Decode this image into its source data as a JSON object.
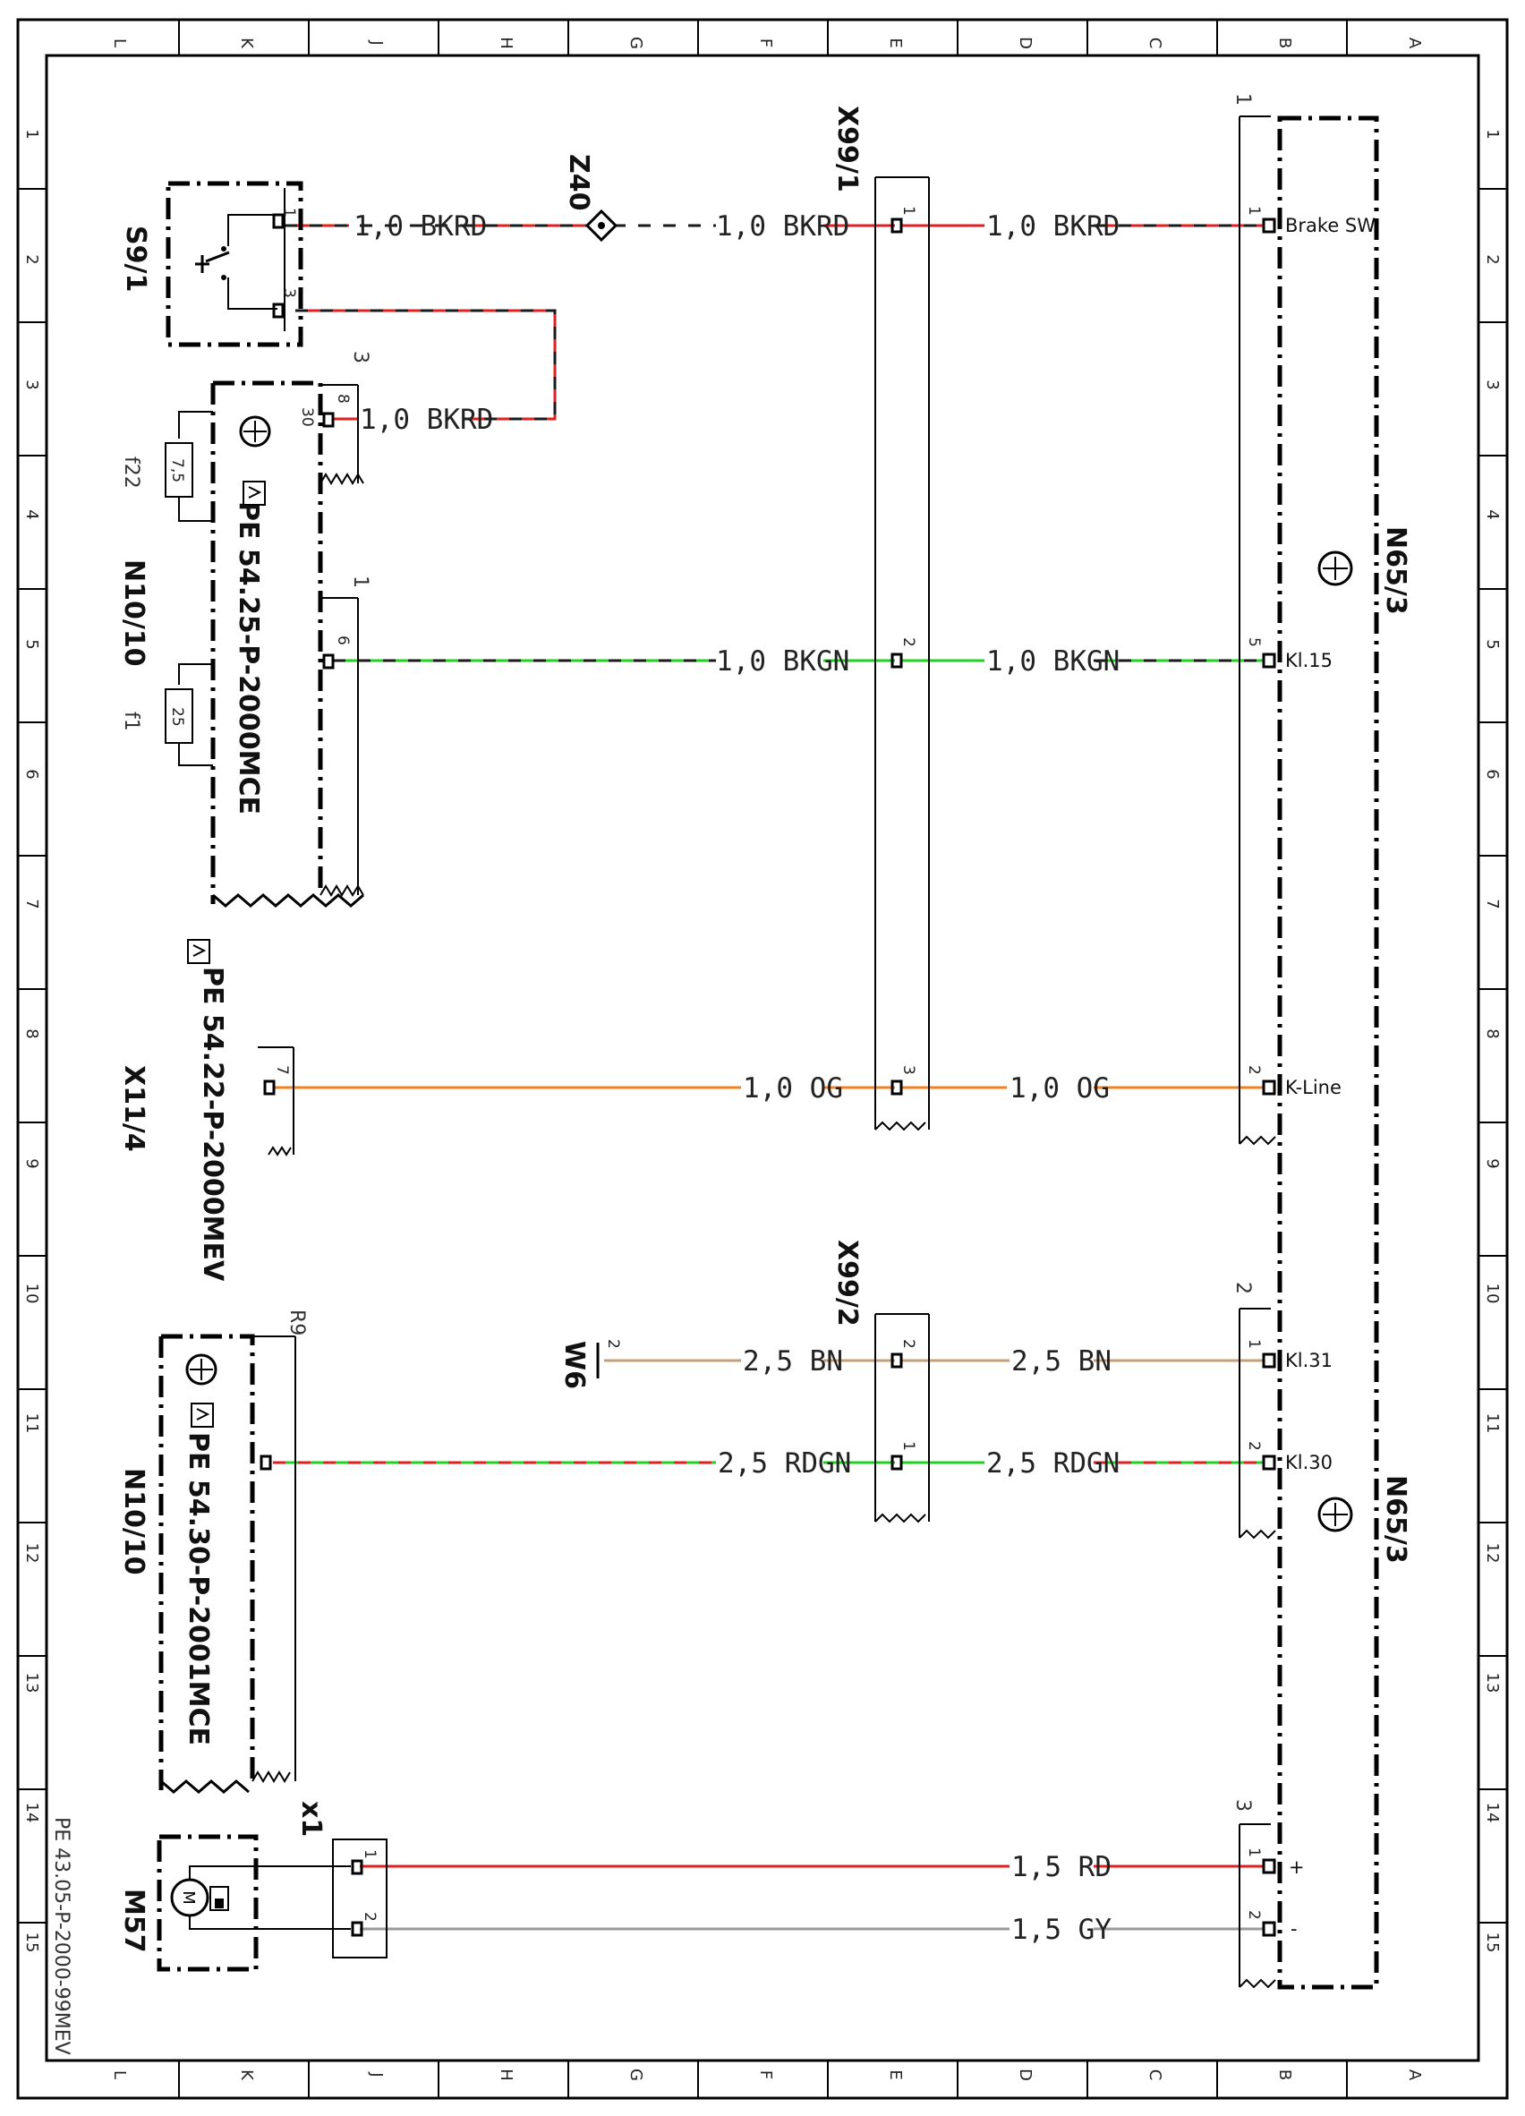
{
  "frame": {
    "column_letters": [
      "L",
      "K",
      "J",
      "H",
      "G",
      "F",
      "E",
      "D",
      "C",
      "B",
      "A"
    ],
    "row_numbers": [
      "1",
      "2",
      "3",
      "4",
      "5",
      "6",
      "7",
      "8",
      "9",
      "10",
      "11",
      "12",
      "13",
      "14",
      "15"
    ],
    "footer_doc": "PE 43.05-P-2000-99MEV"
  },
  "components": {
    "s9_1": "S9/1",
    "z40": "Z40",
    "x99_1": "X99/1",
    "x99_2": "X99/2",
    "n65_3_top": "N65/3",
    "n65_3_bottom": "N65/3",
    "n10_10_top": "N10/10",
    "n10_10_bottom": "N10/10",
    "x11_4": "X11/4",
    "w6": "W6",
    "m57": "M57",
    "x1": "x1",
    "r9": "R9",
    "f22": "f22",
    "f1": "f1",
    "f22_value": "7,5",
    "f1_value": "25"
  },
  "references": {
    "pe_54_25": "PE 54.25-P-2000MCE",
    "pe_54_22": "PE 54.22-P-2000MEV",
    "pe_54_30": "PE 54.30-P-2001MCE"
  },
  "connector_groups": {
    "n10_top_3": "3",
    "n10_top_1": "1",
    "n65_top": "1",
    "n65_mid": "2",
    "n65_bot": "3"
  },
  "pins": {
    "s9_1_p1": "1",
    "s9_1_p3": "3",
    "n10_p8": "8",
    "n10_p30": "30",
    "n10_p6": "6",
    "x11_p7": "7",
    "x99_1_p1": "1",
    "x99_1_p2": "2",
    "x99_1_p3": "3",
    "x99_2_p2": "2",
    "x99_2_p1": "1",
    "w6_p2": "2",
    "n65_p1a": "1",
    "n65_p5": "5",
    "n65_p2a": "2",
    "n65_p1b": "1",
    "n65_p2b": "2",
    "n65_p1c": "1",
    "n65_p2c": "2",
    "x1_p1": "1",
    "x1_p2": "2"
  },
  "signals": {
    "brake_sw": "Brake SW",
    "kl15": "Kl.15",
    "kline": "K-Line",
    "kl31": "Kl.31",
    "kl30": "Kl.30",
    "plus": "+",
    "minus": "-"
  },
  "wires": {
    "w1a": "1,0 BKRD",
    "w1b": "1,0 BKRD",
    "w1c": "1,0 BKRD",
    "w2": "1,0 BKRD",
    "w3a": "1,0 BKGN",
    "w3b": "1,0 BKGN",
    "w4a": "1,0 OG",
    "w4b": "1,0 OG",
    "w5a": "2,5 BN",
    "w5b": "2,5 BN",
    "w6a": "2,5 RDGN",
    "w6b": "2,5 RDGN",
    "w7": "1,5 RD",
    "w8": "1,5 GY"
  },
  "colors": {
    "red": "#e02020",
    "green": "#22d022",
    "black": "#1a1a1a",
    "orange": "#f08020",
    "brown": "#c4a07a",
    "gray": "#9a9a9a"
  }
}
